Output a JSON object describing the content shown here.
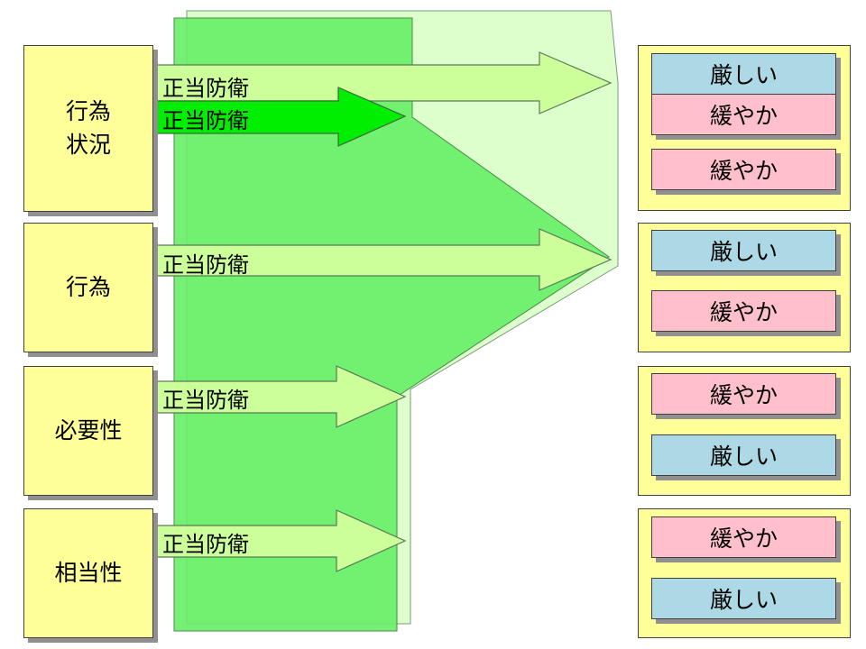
{
  "left_boxes": [
    {
      "id": "act-situation",
      "label": "行為\n状況"
    },
    {
      "id": "act",
      "label": "行為"
    },
    {
      "id": "necessity",
      "label": "必要性"
    },
    {
      "id": "proportionality",
      "label": "相当性"
    }
  ],
  "arrows": [
    {
      "id": "arrow-1",
      "label": "正当防衛"
    },
    {
      "id": "arrow-2",
      "label": "正当防衛"
    },
    {
      "id": "arrow-3",
      "label": "正当防衛"
    },
    {
      "id": "arrow-4",
      "label": "正当防衛"
    },
    {
      "id": "arrow-5",
      "label": "正当防衛"
    }
  ],
  "result_groups": [
    {
      "items": [
        {
          "label": "厳しい",
          "kind": "strict"
        },
        {
          "label": "緩やか",
          "kind": "lenient"
        },
        {
          "label": "緩やか",
          "kind": "lenient"
        }
      ]
    },
    {
      "items": [
        {
          "label": "厳しい",
          "kind": "strict"
        },
        {
          "label": "緩やか",
          "kind": "lenient"
        }
      ]
    },
    {
      "items": [
        {
          "label": "緩やか",
          "kind": "lenient"
        },
        {
          "label": "厳しい",
          "kind": "strict"
        }
      ]
    },
    {
      "items": [
        {
          "label": "緩やか",
          "kind": "lenient"
        },
        {
          "label": "厳しい",
          "kind": "strict"
        }
      ]
    }
  ],
  "colors": {
    "box_fill": "#ffff99",
    "strict_fill": "#add8e6",
    "lenient_fill": "#ffc0cb",
    "green_dark": "#66dd66",
    "green_light": "#ddffcc",
    "arrow_light": "#ccff99",
    "arrow_bright": "#00ee00"
  }
}
